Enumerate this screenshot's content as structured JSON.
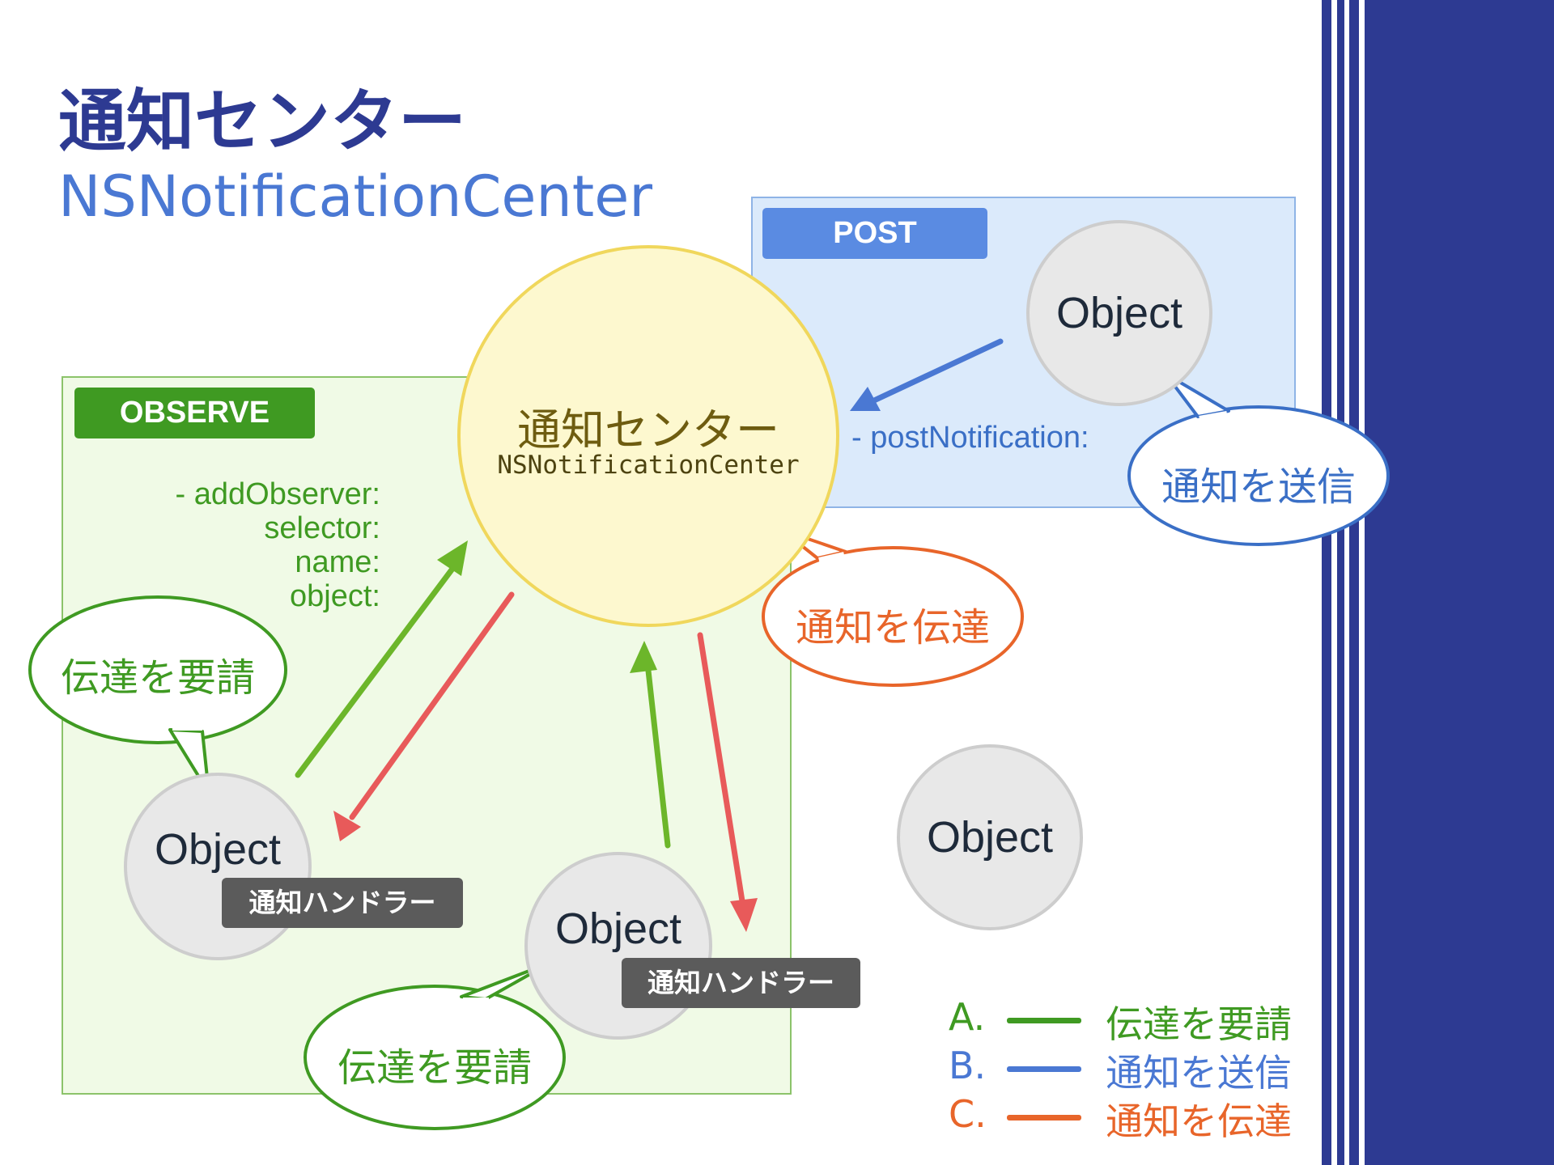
{
  "header": {
    "title": "通知センター",
    "subtitle": "NSNotificationCenter"
  },
  "colors": {
    "observe_green": "#3f9a22",
    "post_blue": "#4a78d3",
    "deliver_orange": "#e8652a",
    "request_arrow_green": "#6cb62a",
    "deliver_arrow_red": "#e85a5a",
    "band_navy": "#2d3a92"
  },
  "observe": {
    "tag": "OBSERVE",
    "method_lines": [
      "- addObserver:",
      "selector:",
      "name:",
      "object:"
    ]
  },
  "post": {
    "tag": "POST",
    "method": "- postNotification:"
  },
  "center": {
    "title_jp": "通知センター",
    "title_en": "NSNotificationCenter"
  },
  "objects": {
    "observer1": {
      "label": "Object",
      "handler": "通知ハンドラー"
    },
    "observer2": {
      "label": "Object",
      "handler": "通知ハンドラー"
    },
    "poster": {
      "label": "Object"
    },
    "other": {
      "label": "Object"
    }
  },
  "bubbles": {
    "request1": "伝達を要請",
    "request2": "伝達を要請",
    "send": "通知を送信",
    "deliver": "通知を伝達"
  },
  "legend": [
    {
      "key": "A.",
      "label": "伝達を要請",
      "color": "#3f9a22"
    },
    {
      "key": "B.",
      "label": "通知を送信",
      "color": "#4a78d3"
    },
    {
      "key": "C.",
      "label": "通知を伝達",
      "color": "#e8652a"
    }
  ]
}
